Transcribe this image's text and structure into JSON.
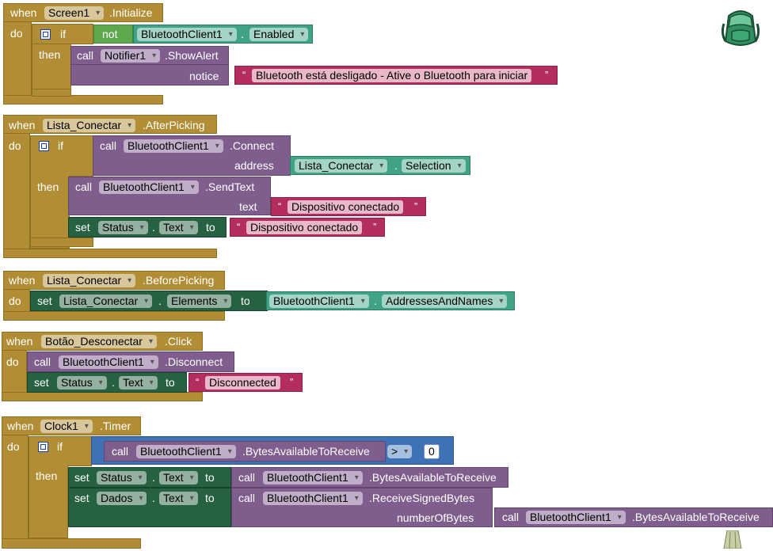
{
  "b1": {
    "when": "when",
    "component": "Screen1",
    "event": ".Initialize",
    "do": "do",
    "if": "if",
    "then": "then",
    "not": "not",
    "bt_component": "BluetoothClient1",
    "bt_prop": "Enabled",
    "dot": ".",
    "call": "call",
    "notifier": "Notifier1",
    "method": ".ShowAlert",
    "notice": "notice",
    "text": "Bluetooth está desligado - Ative o Bluetooth para iniciar"
  },
  "b2": {
    "when": "when",
    "component": "Lista_Conectar",
    "event": ".AfterPicking",
    "do": "do",
    "if": "if",
    "then": "then",
    "call": "call",
    "bt_component": "BluetoothClient1",
    "connect": ".Connect",
    "address": "address",
    "addr_component": "Lista_Conectar",
    "dot": ".",
    "addr_prop": "Selection",
    "sendtext": ".SendText",
    "text_label": "text",
    "text_value": "Dispositivo conectado",
    "set": "set",
    "status": "Status",
    "status_prop": "Text",
    "to": "to",
    "status_value": "Dispositivo conectado"
  },
  "b3": {
    "when": "when",
    "component": "Lista_Conectar",
    "event": ".BeforePicking",
    "do": "do",
    "set": "set",
    "set_component": "Lista_Conectar",
    "dot": ".",
    "set_prop": "Elements",
    "to": "to",
    "bt_component": "BluetoothClient1",
    "bt_prop": "AddressesAndNames"
  },
  "b4": {
    "when": "when",
    "component": "Botão_Desconectar",
    "event": ".Click",
    "do": "do",
    "call": "call",
    "bt_component": "BluetoothClient1",
    "method": ".Disconnect",
    "set": "set",
    "status": "Status",
    "dot": ".",
    "status_prop": "Text",
    "to": "to",
    "value": "Disconnected"
  },
  "b5": {
    "when": "when",
    "component": "Clock1",
    "event": ".Timer",
    "do": "do",
    "if": "if",
    "then": "then",
    "call": "call",
    "bt_component": "BluetoothClient1",
    "bytes": ".BytesAvailableToReceive",
    "op": ">",
    "zero": "0",
    "set": "set",
    "status": "Status",
    "dot": ".",
    "status_prop": "Text",
    "to": "to",
    "dados": "Dados",
    "receive": ".ReceiveSignedBytes",
    "num_label": "numberOfBytes"
  },
  "colors": {
    "event": "#b18e35",
    "procedure": "#7f5e8e",
    "text": "#b32d5e",
    "setter": "#266141",
    "bluetooth": "#41a386",
    "logic": "#5ea84e",
    "math": "#3f71b5"
  },
  "icons": {
    "backpack": "backpack-icon",
    "trash": "trash-icon"
  }
}
